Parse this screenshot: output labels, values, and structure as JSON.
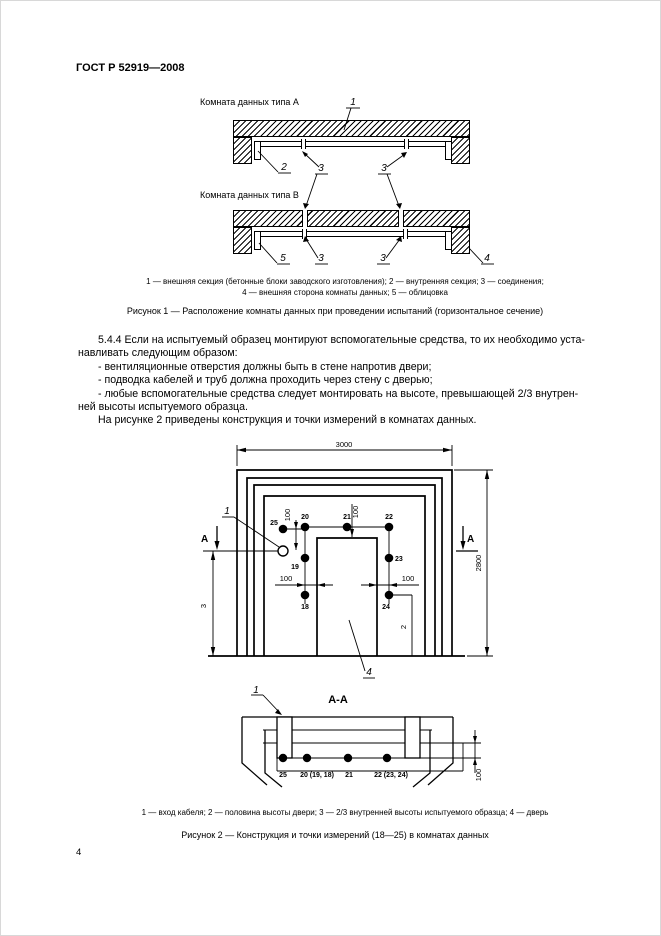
{
  "page": {
    "header": "ГОСТ Р 52919—2008",
    "number": "4"
  },
  "fig1": {
    "label_a": "Комната данных типа А",
    "label_b": "Комната данных типа В",
    "callouts": {
      "c1": "1",
      "c2": "2",
      "c3": "3",
      "c4": "4",
      "c5": "5"
    },
    "legend_line1": "1 — внешняя секция (бетонные блоки заводского изготовления); 2 — внутренняя секция; 3 — соединения;",
    "legend_line2": "4 — внешняя сторона комнаты данных; 5 — облицовка",
    "caption": "Рисунок 1 — Расположение комнаты данных при проведении испытаний (горизонтальное сечение)"
  },
  "section_544": {
    "lines": [
      "5.4.4  Если на испытуемый образец монтируют вспомогательные средства, то их необходимо уста-",
      "навливать следующим образом:",
      "-  вентиляционные отверстия должны быть в стене напротив двери;",
      "-  подводка кабелей и труб должна проходить через стену с дверью;",
      "-  любые вспомогательные средства следует монтировать на высоте, превышающей 2/3 внутрен-",
      "ней высоты испытуемого образца.",
      "На рисунке 2 приведены конструкция и точки измерений в комнатах данных."
    ]
  },
  "fig2": {
    "dim_width": "3000",
    "dim_height": "2800",
    "dim_100": "100",
    "callout_1": "1",
    "callout_2": "2",
    "callout_3": "3",
    "callout_4": "4",
    "section_letter": "А",
    "points": {
      "p18": "18",
      "p19": "19",
      "p20": "20",
      "p21": "21",
      "p22": "22",
      "p23": "23",
      "p24": "24",
      "p25": "25"
    },
    "legend": "1 — вход кабеля; 2 — половина высоты двери; 3 — 2/3 внутренней высоты испытуемого образца; 4 — дверь",
    "caption": "Рисунок 2 — Конструкция и точки измерений (18—25) в комнатах данных",
    "section_view": {
      "title": "А-А",
      "labels": [
        "25",
        "20 (19, 18)",
        "21",
        "22 (23, 24)"
      ]
    }
  }
}
